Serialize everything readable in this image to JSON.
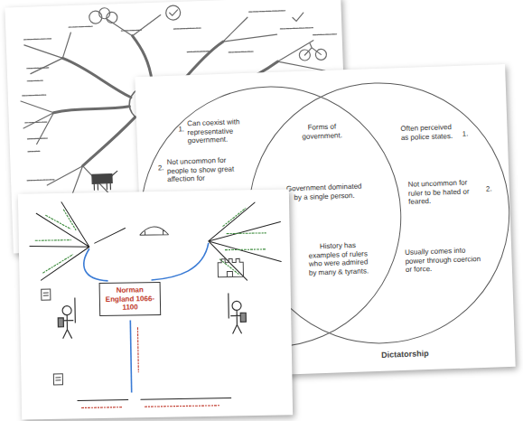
{
  "diagram": {
    "nodes": [
      {
        "text": [
          "1.",
          "Can coexist with representative government.",
          "2.",
          "Not uncommon for people to show great affection for"
        ]
      },
      {
        "text": [
          "Often perceived as police states.",
          "1.",
          "Not uncommon for ruler to be hated or feared.",
          "2.",
          "Usually comes into power through coercion or force."
        ]
      },
      {
        "text": [
          "Norman England 1066-1100"
        ]
      }
    ],
    "labels": [
      "Forms of government.",
      "Government dominated by a single person.",
      "History has examples of rulers who were admired by many & tyrants.",
      "Dictatorship"
    ]
  }
}
